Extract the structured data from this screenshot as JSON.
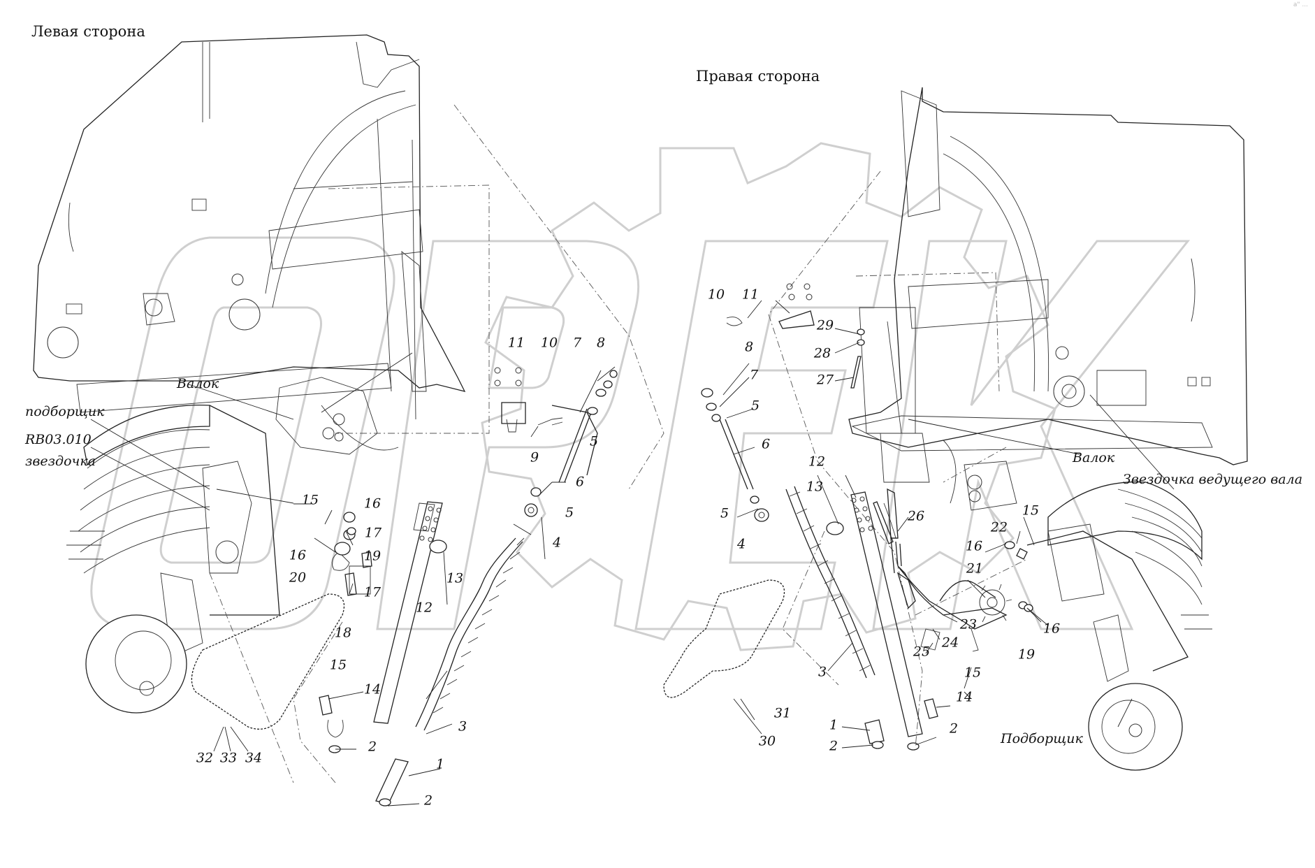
{
  "captions": {
    "left_side": "Левая сторона",
    "right_side": "Правая сторона"
  },
  "names": {
    "left_valok": "Валок",
    "left_podborshchik": "подборщик",
    "left_code": "RB03.010",
    "left_zvezdochka": "звездочка",
    "right_valok": "Валок",
    "right_zvezdochka_vala": "Звездочка ведущего вала",
    "right_podborshchik": "Подборщик"
  },
  "left_numbers": [
    "11",
    "10",
    "7",
    "8",
    "5",
    "9",
    "6",
    "5",
    "4",
    "13",
    "12",
    "15",
    "16",
    "17",
    "16",
    "20",
    "19",
    "17",
    "18",
    "15",
    "14",
    "3",
    "2",
    "1",
    "2",
    "32",
    "33",
    "34"
  ],
  "right_numbers": [
    "10",
    "11",
    "29",
    "28",
    "27",
    "8",
    "7",
    "5",
    "6",
    "5",
    "4",
    "12",
    "13",
    "26",
    "22",
    "16",
    "21",
    "15",
    "23",
    "24",
    "25",
    "19",
    "16",
    "3",
    "15",
    "14",
    "31",
    "30",
    "1",
    "2",
    "2"
  ],
  "corner_mark": "a\" ..."
}
